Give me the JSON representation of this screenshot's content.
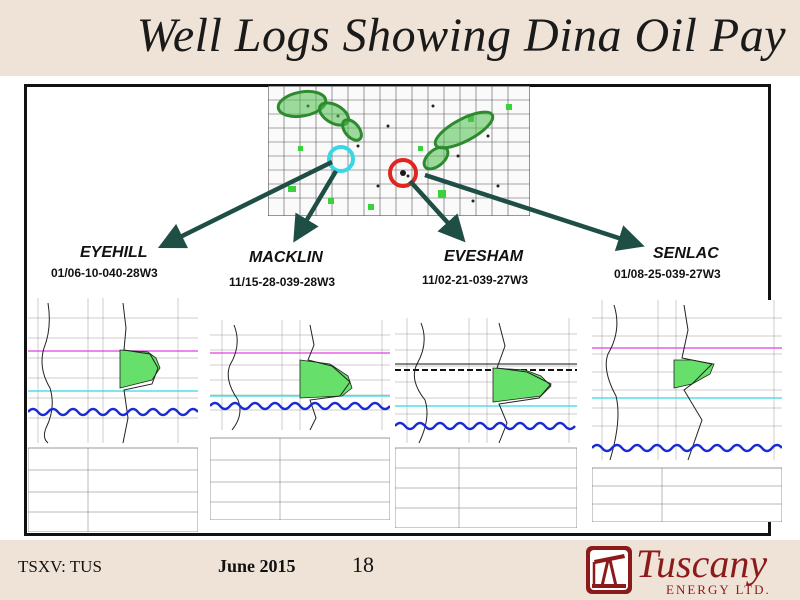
{
  "slide": {
    "title": "Well Logs Showing Dina Oil Pay"
  },
  "wells": [
    {
      "name": "EYEHILL",
      "location": "01/06-10-040-28W3"
    },
    {
      "name": "MACKLIN",
      "location": "11/15-28-039-28W3"
    },
    {
      "name": "EVESHAM",
      "location": "11/02-21-039-27W3"
    },
    {
      "name": "SENLAC",
      "location": "01/08-25-039-27W3"
    }
  ],
  "footer": {
    "exchange": "TSXV: TUS",
    "date": "June 2015",
    "page_number": "18"
  },
  "logo": {
    "name": "Tuscany",
    "tagline": "ENERGY LTD."
  },
  "colors": {
    "header_bg": "#efe3d8",
    "arrow": "#1f4e45",
    "pay_fill": "#66e06a",
    "map_highlight_green": "#2e9a2e",
    "cyan_marker": "#37d7e6",
    "red_marker": "#e0261f",
    "wave_line": "#1a2bd6",
    "logo_red": "#8c1a1a"
  },
  "icons": [
    "oil-pumpjack-icon"
  ]
}
